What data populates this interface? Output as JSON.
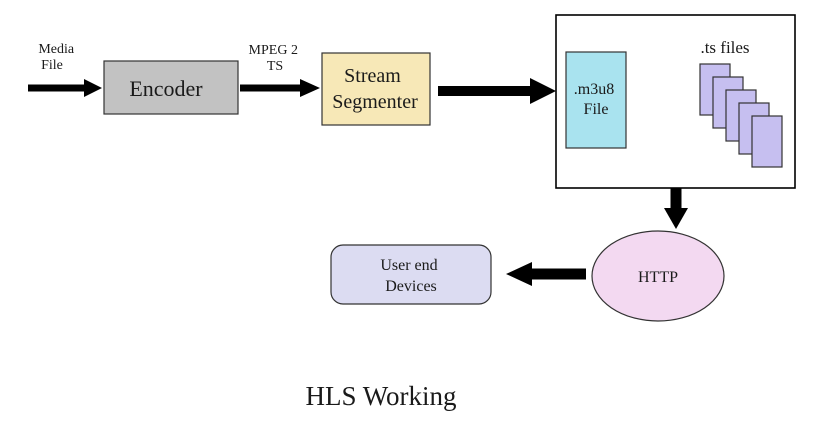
{
  "diagram": {
    "title": "HLS Working",
    "labels": {
      "input": [
        "Media",
        "File"
      ],
      "encoder_out": [
        "MPEG 2",
        "TS"
      ],
      "ts_files": ".ts files"
    },
    "nodes": {
      "encoder": {
        "lines": [
          "Encoder"
        ]
      },
      "segmenter": {
        "lines": [
          "Stream",
          "Segmenter"
        ]
      },
      "m3u8": {
        "lines": [
          ".m3u8",
          "File"
        ]
      },
      "http": {
        "lines": [
          "HTTP"
        ]
      },
      "devices": {
        "lines": [
          "User end",
          "Devices"
        ]
      }
    },
    "colors": {
      "encoder": "#c2c2c2",
      "segmenter": "#f7e8b7",
      "m3u8": "#a9e3ef",
      "ts": "#c6bff0",
      "http": "#f3d9f1",
      "devices": "#dcdcf2",
      "arrow": "#000000"
    }
  }
}
